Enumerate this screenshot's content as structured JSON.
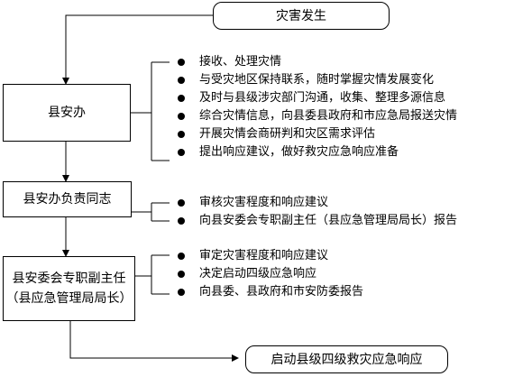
{
  "nodes": {
    "start": "灾害发生",
    "county_office": "县安办",
    "office_leader": "县安办负责同志",
    "deputy_director_line1": "县安委会专职副主任",
    "deputy_director_line2": "（县应急管理局局长）",
    "end": "启动县级四级救灾应急响应"
  },
  "duties": {
    "county_office": [
      "接收、处理灾情",
      "与受灾地区保持联系，随时掌握灾情发展变化",
      "及时与县级涉灾部门沟通，收集、整理多源信息",
      "综合灾情信息，向县委县政府和市应急局报送灾情",
      "开展灾情会商研判和灾区需求评估",
      "提出响应建议，做好救灾应急响应准备"
    ],
    "office_leader": [
      "审核灾害程度和响应建议",
      "向县安委会专职副主任（县应急管理局局长）报告"
    ],
    "deputy_director": [
      "审定灾害程度和响应建议",
      "决定启动四级应急响应",
      "向县委、县政府和市安防委报告"
    ]
  }
}
